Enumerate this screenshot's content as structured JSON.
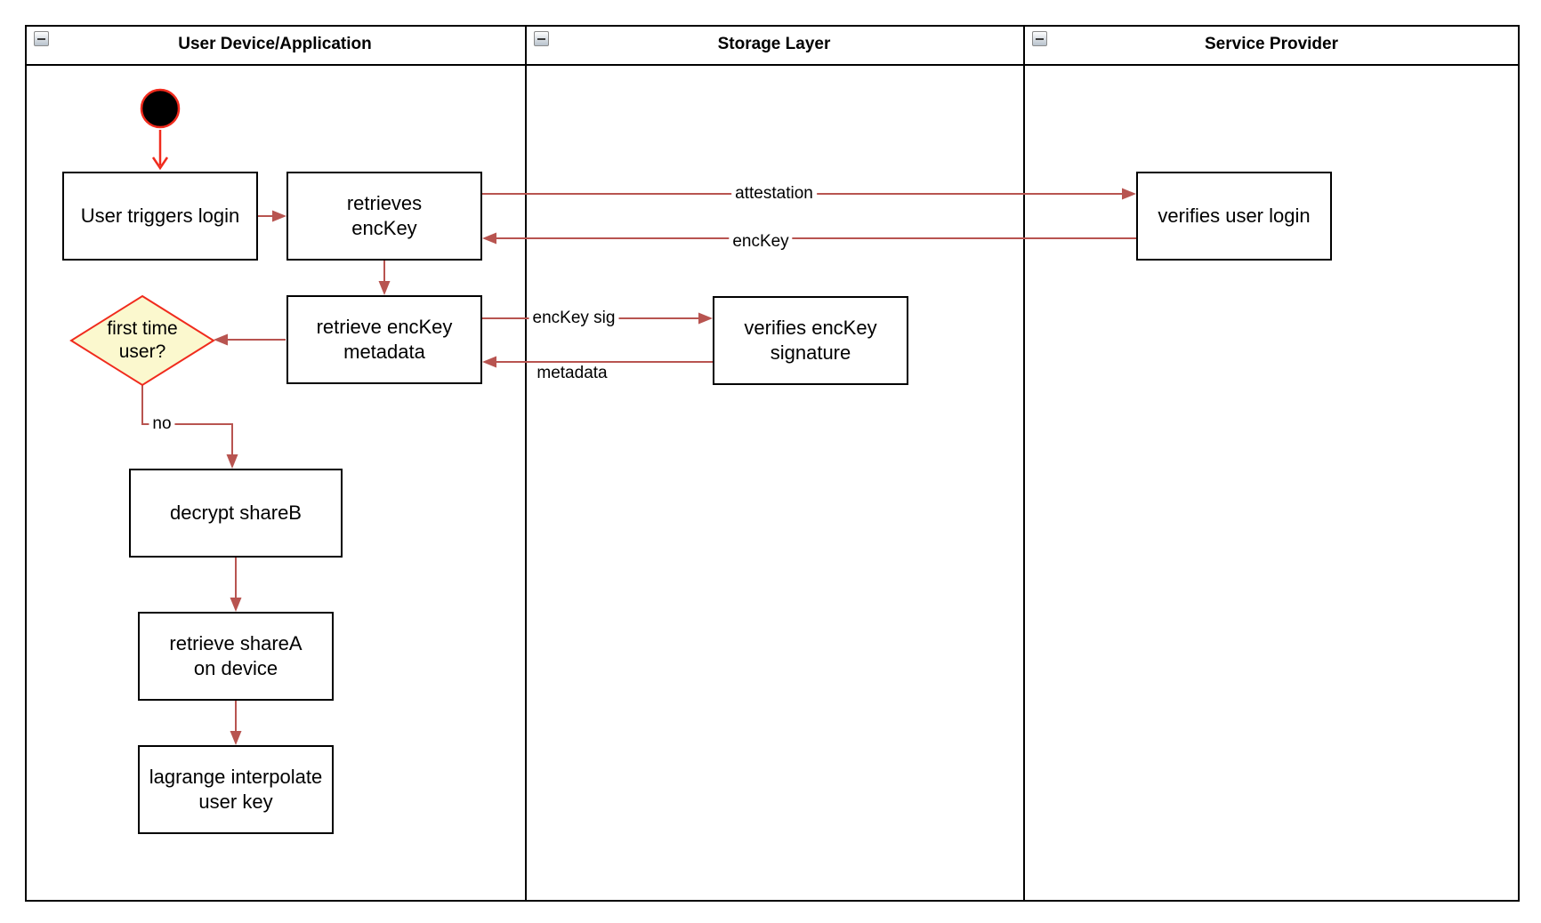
{
  "diagram": {
    "lanes": [
      {
        "title": "User Device/Application"
      },
      {
        "title": "Storage Layer"
      },
      {
        "title": "Service Provider"
      }
    ],
    "nodes": {
      "user_triggers_login": {
        "lines": [
          "User triggers login"
        ]
      },
      "retrieves_enckey": {
        "lines": [
          "retrieves",
          "encKey"
        ]
      },
      "retrieve_enckey_metadata": {
        "lines": [
          "retrieve encKey",
          "metadata"
        ]
      },
      "first_time_user": {
        "lines": [
          "first time",
          "user?"
        ]
      },
      "decrypt_shareb": {
        "lines": [
          "decrypt shareB"
        ]
      },
      "retrieve_sharea": {
        "lines": [
          "retrieve shareA",
          "on device"
        ]
      },
      "lagrange_interpolate": {
        "lines": [
          "lagrange interpolate",
          "user key"
        ]
      },
      "verifies_enckey_signature": {
        "lines": [
          "verifies encKey",
          "signature"
        ]
      },
      "verifies_user_login": {
        "lines": [
          "verifies user login"
        ]
      }
    },
    "edge_labels": {
      "attestation": "attestation",
      "enckey": "encKey",
      "enckey_sig": "encKey sig",
      "metadata": "metadata",
      "no": "no"
    },
    "colors": {
      "edge": "#B85450",
      "accent_red": "#F02B1D",
      "diamond_fill": "#FBF8CE",
      "node_border": "#000000"
    }
  }
}
